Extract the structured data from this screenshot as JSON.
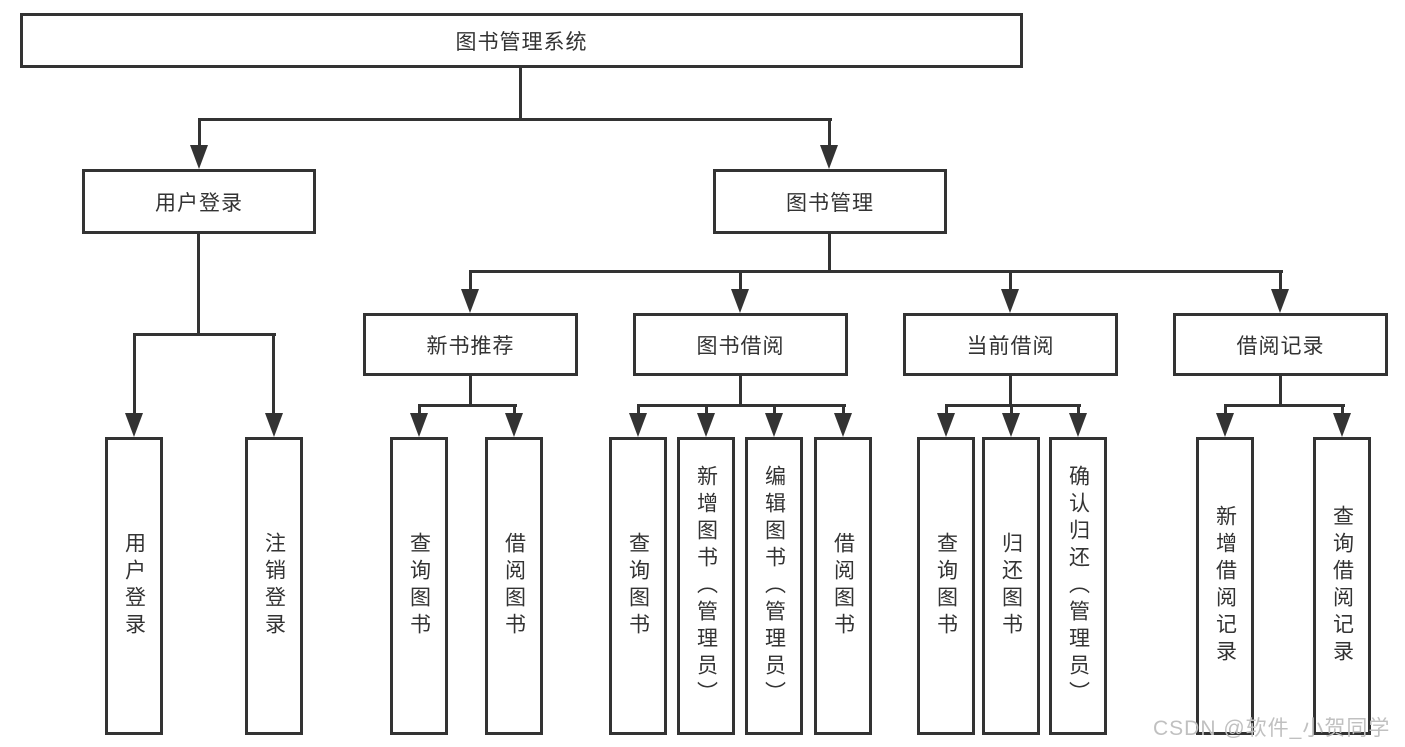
{
  "tree": {
    "root": {
      "label": "图书管理系统"
    },
    "branches": [
      {
        "label": "用户登录",
        "children": [
          {
            "label": "用户登录"
          },
          {
            "label": "注销登录"
          }
        ]
      },
      {
        "label": "图书管理",
        "children": [
          {
            "label": "新书推荐",
            "children": [
              {
                "label": "查询图书"
              },
              {
                "label": "借阅图书"
              }
            ]
          },
          {
            "label": "图书借阅",
            "children": [
              {
                "label": "查询图书"
              },
              {
                "label": "新增图书（管理员）"
              },
              {
                "label": "编辑图书（管理员）"
              },
              {
                "label": "借阅图书"
              }
            ]
          },
          {
            "label": "当前借阅",
            "children": [
              {
                "label": "查询图书"
              },
              {
                "label": "归还图书"
              },
              {
                "label": "确认归还（管理员）"
              }
            ]
          },
          {
            "label": "借阅记录",
            "children": [
              {
                "label": "新增借阅记录"
              },
              {
                "label": "查询借阅记录"
              }
            ]
          }
        ]
      }
    ]
  },
  "watermark": "CSDN @软件_小贺同学",
  "colors": {
    "line": "#333333",
    "text": "#333333",
    "box_background": "#ffffff",
    "watermark": "#c0c0c0",
    "page_background": "#ffffff"
  }
}
